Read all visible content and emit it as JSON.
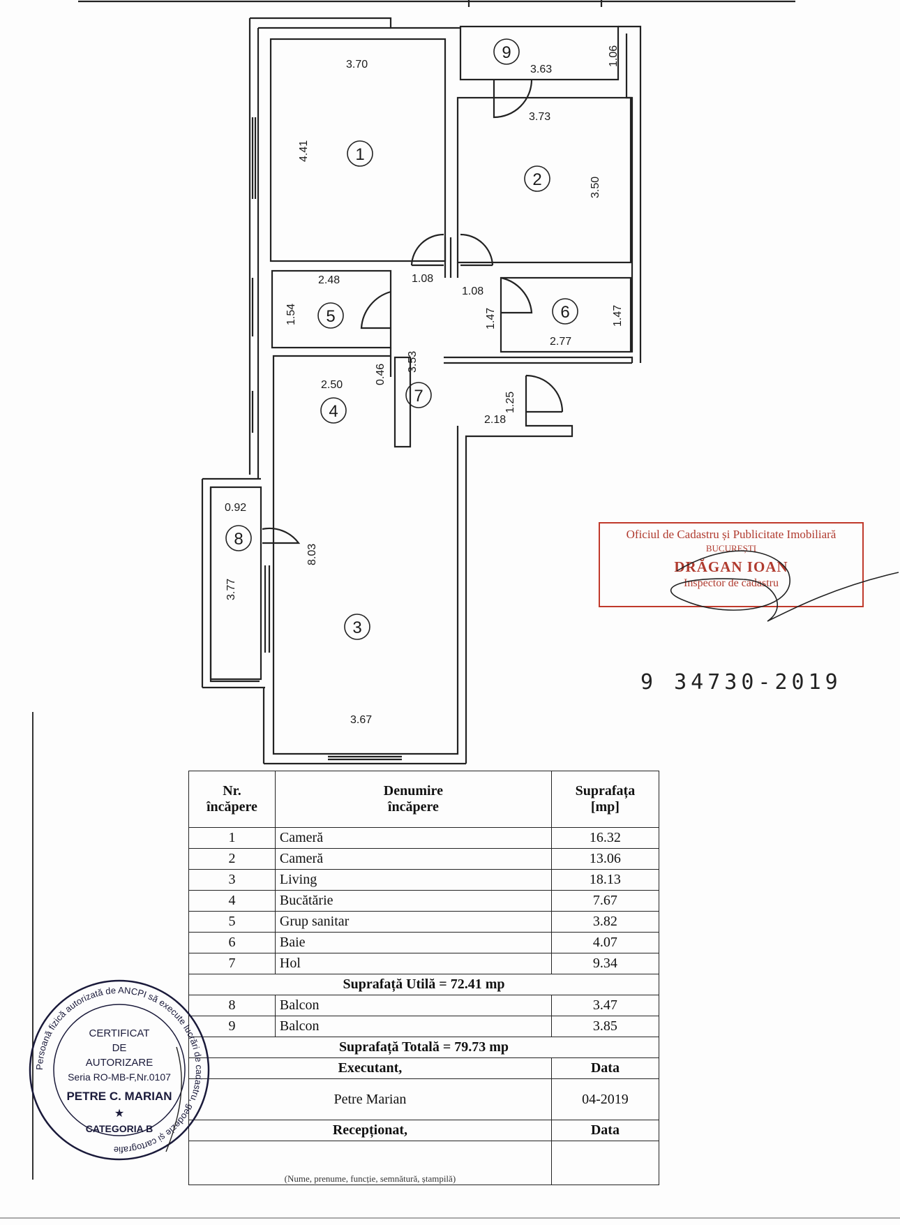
{
  "plan": {
    "dimensions": {
      "r1_width": "3.70",
      "r1_height": "4.41",
      "r9_width": "3.63",
      "r9_height": "1.06",
      "r2_width": "3.73",
      "r2_height": "3.50",
      "door_a": "1.08",
      "door_b": "1.08",
      "r5_width": "2.48",
      "r5_height": "1.54",
      "hall_height": "1.47",
      "r6_width": "2.77",
      "r6_height": "1.47",
      "r4_width": "2.50",
      "r4_wall": "0.46",
      "r7_height": "3.53",
      "entry_height": "1.25",
      "entry_width": "2.18",
      "r8_width": "0.92",
      "r8_height": "3.77",
      "r3_height": "8.03",
      "r3_width": "3.67"
    },
    "room_numbers": [
      "1",
      "2",
      "3",
      "4",
      "5",
      "6",
      "7",
      "8",
      "9"
    ]
  },
  "ocpi_stamp": {
    "office": "Oficiul de Cadastru și Publicitate Imobiliară",
    "city": "BUCUREȘTI",
    "name": "DRĂGAN IOAN",
    "role": "Inspector de cadastru"
  },
  "registration_number": "9 34730-2019",
  "table": {
    "header": {
      "nr": [
        "Nr.",
        "încăpere"
      ],
      "name": [
        "Denumire",
        "încăpere"
      ],
      "area": [
        "Suprafața",
        "[mp]"
      ]
    },
    "rows": [
      {
        "nr": "1",
        "name": "Cameră",
        "area": "16.32"
      },
      {
        "nr": "2",
        "name": "Cameră",
        "area": "13.06"
      },
      {
        "nr": "3",
        "name": "Living",
        "area": "18.13"
      },
      {
        "nr": "4",
        "name": "Bucătărie",
        "area": "7.67"
      },
      {
        "nr": "5",
        "name": "Grup sanitar",
        "area": "3.82"
      },
      {
        "nr": "6",
        "name": "Baie",
        "area": "4.07"
      },
      {
        "nr": "7",
        "name": "Hol",
        "area": "9.34"
      }
    ],
    "util_area": "Suprafață Utilă = 72.41 mp",
    "balcony_rows": [
      {
        "nr": "8",
        "name": "Balcon",
        "area": "3.47"
      },
      {
        "nr": "9",
        "name": "Balcon",
        "area": "3.85"
      }
    ],
    "total_area": "Suprafață Totală = 79.73 mp",
    "executant_label": "Executant,",
    "date_label": "Data",
    "executant_name": "Petre Marian",
    "executant_date": "04-2019",
    "received_label": "Recepționat,",
    "received_date_label": "Data",
    "footer_note": "(Nume, prenume, funcție, semnătură, ștampilă)"
  },
  "cert_stamp": {
    "ring_text": "Persoană fizică autorizată de ANCPI să execute lucrări de cadastru, geodezie și cartografie",
    "line1": "CERTIFICAT",
    "line2": "DE",
    "line3": "AUTORIZARE",
    "line4": "Seria RO-MB-F,Nr.0107",
    "name": "PETRE C. MARIAN",
    "category": "CATEGORIA B"
  }
}
